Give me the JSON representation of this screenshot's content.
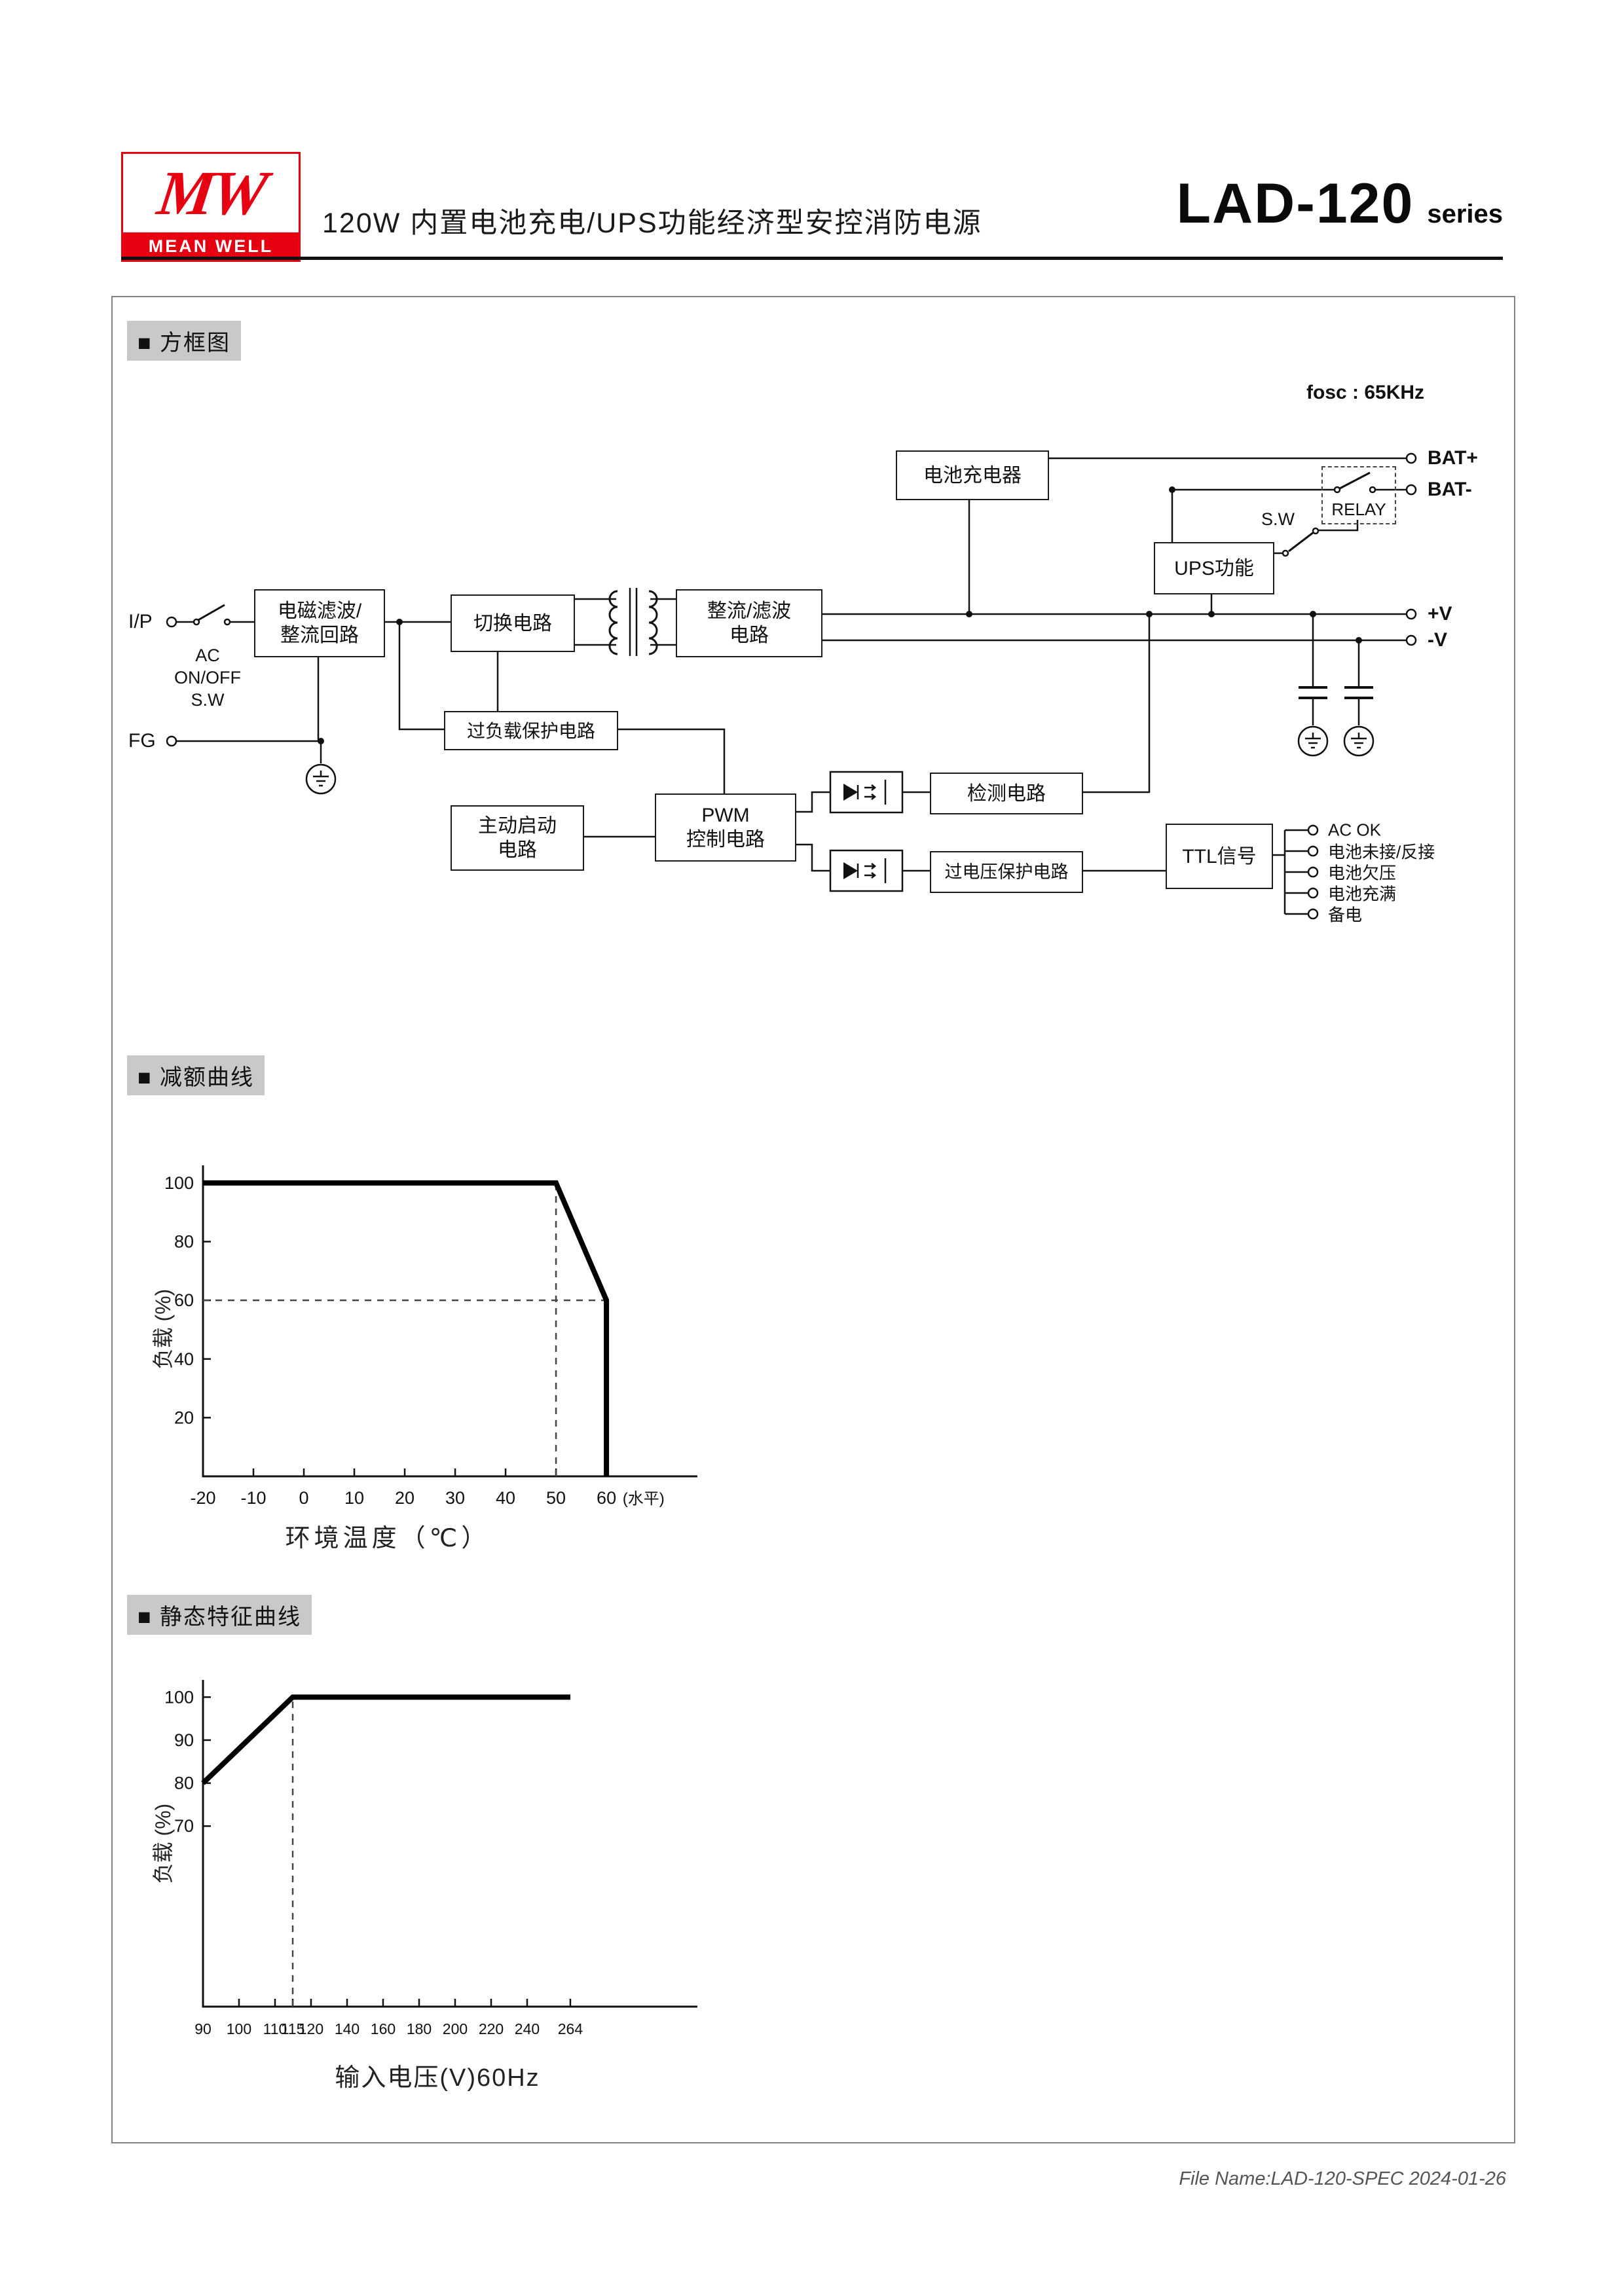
{
  "header": {
    "logo_mw": "MW",
    "logo_brand": "MEAN WELL",
    "subtitle": "120W 内置电池充电/UPS功能经济型安控消防电源",
    "model": "LAD-120",
    "series": "series"
  },
  "sections": {
    "block_diagram": "■ 方框图",
    "derating": "■ 减额曲线",
    "static_curve": "■ 静态特征曲线"
  },
  "diagram": {
    "fosc": "fosc : 65KHz",
    "boxes": {
      "charger": "电池充电器",
      "relay": "RELAY",
      "ups": "UPS功能",
      "emi": "电磁滤波/\n整流回路",
      "switching": "切换电路",
      "rectifier": "整流/滤波\n电路",
      "overload": "过负载保护电路",
      "startup": "主动启动\n电路",
      "pwm": "PWM\n控制电路",
      "detect": "检测电路",
      "ovp": "过电压保护电路",
      "ttl": "TTL信号"
    },
    "labels": {
      "ip": "I/P",
      "ac_sw": "AC\nON/OFF\nS.W",
      "fg": "FG",
      "sw": "S.W",
      "batp": "BAT+",
      "batn": "BAT-",
      "vp": "+V",
      "vn": "-V",
      "sig1": "AC OK",
      "sig2": "电池未接/反接",
      "sig3": "电池欠压",
      "sig4": "电池充满",
      "sig5": "备电"
    }
  },
  "chart_data": [
    {
      "type": "line",
      "title": "减额曲线",
      "xlabel": "环境温度（℃）",
      "ylabel": "负载 (%)",
      "x_axis_suffix": "(水平)",
      "x_ticks": [
        {
          "v": -20,
          "u": 0.0
        },
        {
          "v": -10,
          "u": 0.102
        },
        {
          "v": 0,
          "u": 0.204
        },
        {
          "v": 10,
          "u": 0.306
        },
        {
          "v": 20,
          "u": 0.408
        },
        {
          "v": 30,
          "u": 0.51
        },
        {
          "v": 40,
          "u": 0.612
        },
        {
          "v": 50,
          "u": 0.714
        },
        {
          "v": 60,
          "u": 0.816
        }
      ],
      "y_ticks": [
        20,
        40,
        60,
        80,
        100
      ],
      "ylim": [
        0,
        106
      ],
      "grid": false,
      "series": [
        {
          "name": "load",
          "points": [
            [
              -20,
              100
            ],
            [
              50,
              100
            ],
            [
              60,
              60
            ],
            [
              60,
              0
            ]
          ]
        }
      ],
      "dashed_lines": [
        {
          "type": "v",
          "x": 50,
          "y1": 0,
          "y2": 100
        },
        {
          "type": "h",
          "y": 60,
          "x1": -20,
          "x2": 60
        }
      ]
    },
    {
      "type": "line",
      "title": "静态特征曲线",
      "xlabel": "输入电压(V)60Hz",
      "ylabel": "负载 (%)",
      "x_ticks": [
        {
          "v": 90,
          "u": 0.0
        },
        {
          "v": 100,
          "u": 0.0728
        },
        {
          "v": 110,
          "u": 0.1457
        },
        {
          "v": 115,
          "u": 0.1815
        },
        {
          "v": 120,
          "u": 0.2185
        },
        {
          "v": 140,
          "u": 0.2914
        },
        {
          "v": 160,
          "u": 0.3642
        },
        {
          "v": 180,
          "u": 0.4371
        },
        {
          "v": 200,
          "u": 0.5099
        },
        {
          "v": 220,
          "u": 0.5828
        },
        {
          "v": 240,
          "u": 0.6556
        },
        {
          "v": 264,
          "u": 0.743
        }
      ],
      "y_ticks": [
        70,
        80,
        90,
        100
      ],
      "ylim": [
        28,
        104
      ],
      "grid": false,
      "series": [
        {
          "name": "load",
          "points": [
            [
              90,
              80
            ],
            [
              115,
              100
            ],
            [
              264,
              100
            ]
          ]
        }
      ],
      "dashed_lines": [
        {
          "type": "v",
          "x": 115,
          "y1": 28,
          "y2": 100
        }
      ]
    }
  ],
  "footer": {
    "file_info": "File Name:LAD-120-SPEC  2024-01-26"
  }
}
